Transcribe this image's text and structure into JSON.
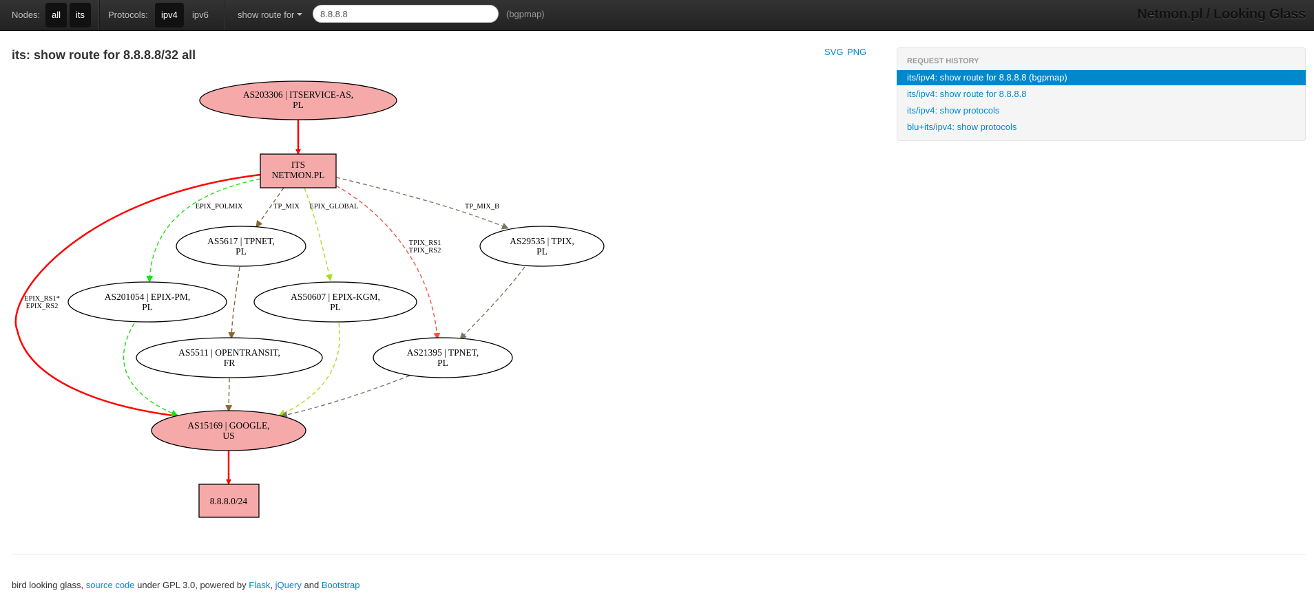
{
  "navbar": {
    "nodes_label": "Nodes:",
    "nodes": [
      {
        "label": "all",
        "active": true
      },
      {
        "label": "its",
        "active": true
      }
    ],
    "protocols_label": "Protocols:",
    "protocols": [
      {
        "label": "ipv4",
        "active": true
      },
      {
        "label": "ipv6",
        "active": false
      }
    ],
    "command": "show route for",
    "query": "8.8.8.8",
    "mode": "(bgpmap)",
    "brand": "Netmon.pl / Looking Glass"
  },
  "main": {
    "title": "its: show route for 8.8.8.8/32 all",
    "download_svg": "SVG",
    "download_png": "PNG"
  },
  "graph": {
    "nodes": {
      "as203306": [
        "AS203306 | ITSERVICE-AS,",
        "PL"
      ],
      "its": [
        "ITS",
        "NETMON.PL"
      ],
      "as5617": [
        "AS5617 | TPNET,",
        "PL"
      ],
      "as29535": [
        "AS29535 | TPIX,",
        "PL"
      ],
      "as201054": [
        "AS201054 | EPIX-PM,",
        "PL"
      ],
      "as50607": [
        "AS50607 | EPIX-KGM,",
        "PL"
      ],
      "as5511": [
        "AS5511 | OPENTRANSIT,",
        "FR"
      ],
      "as21395": [
        "AS21395 | TPNET,",
        "PL"
      ],
      "as15169": [
        "AS15169 | GOOGLE,",
        "US"
      ],
      "prefix": [
        "8.8.8.0/24"
      ]
    },
    "edge_labels": {
      "epix_polmix": "EPIX_POLMIX",
      "tp_mix": "TP_MIX",
      "epix_global": "EPIX_GLOBAL",
      "tpix_rs": [
        "TPIX_RS1",
        "TPIX_RS2"
      ],
      "tp_mix_b": "TP_MIX_B",
      "epix_rs": [
        "EPIX_RS1*",
        "EPIX_RS2"
      ]
    },
    "colors": {
      "highlight_fill": "#f5a9a9",
      "primary_edge": "#ff0000",
      "epix_polmix": "#22dd11",
      "tp_mix": "#886633",
      "epix_global": "#aadd22",
      "tpix_rs": "#ee5544",
      "tp_mix_b": "#777766"
    }
  },
  "history": {
    "header": "Request History",
    "items": [
      {
        "label": "its/ipv4: show route for 8.8.8.8 (bgpmap)",
        "active": true
      },
      {
        "label": "its/ipv4: show route for 8.8.8.8",
        "active": false
      },
      {
        "label": "its/ipv4: show protocols",
        "active": false
      },
      {
        "label": "blu+its/ipv4: show protocols",
        "active": false
      }
    ]
  },
  "footer": {
    "text1": "bird looking glass,",
    "link_source": "source code",
    "text2": "under GPL 3.0, powered by",
    "link_flask": "Flask",
    "comma": ",",
    "link_jquery": "jQuery",
    "text3": "and",
    "link_bootstrap": "Bootstrap"
  }
}
